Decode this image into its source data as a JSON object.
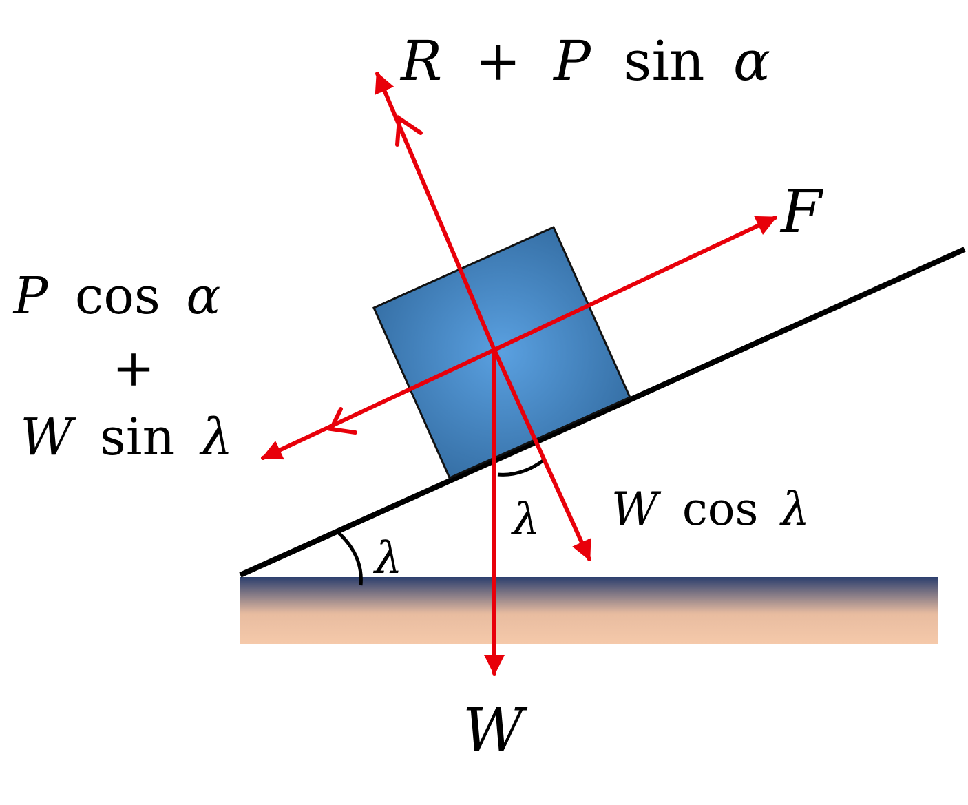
{
  "diagram": {
    "colors": {
      "force_arrow": "#e8000a",
      "block_fill_center": "#5aa0e0",
      "block_fill_edge": "#2e6599",
      "incline": "#000000",
      "ground_top": "#2c3f6e",
      "ground_bottom": "#f5c9aa"
    },
    "labels": {
      "normal": {
        "r": "R",
        "plus": "+",
        "p": "P",
        "fn": "sin",
        "angle": "α"
      },
      "friction": {
        "f": "F"
      },
      "downslope": {
        "p": "P",
        "fn1": "cos",
        "angle1": "α",
        "plus": "+",
        "w": "W",
        "fn2": "sin",
        "angle2": "λ"
      },
      "perpendicular": {
        "w": "W",
        "fn": "cos",
        "angle": "λ"
      },
      "weight": {
        "w": "W"
      },
      "angle_incline": "λ",
      "angle_weight": "λ"
    }
  }
}
